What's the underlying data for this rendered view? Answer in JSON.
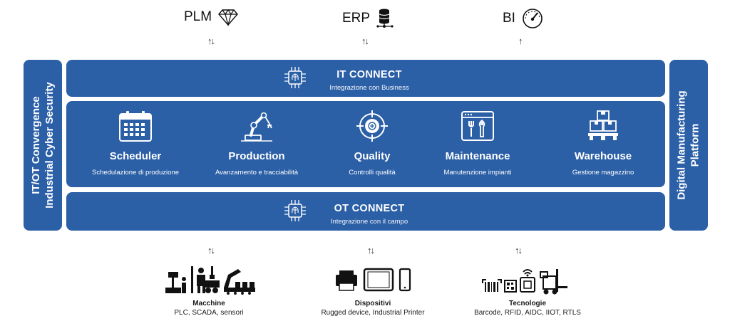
{
  "top_systems": [
    {
      "label": "PLM",
      "icon": "diamond-icon"
    },
    {
      "label": "ERP",
      "icon": "database-icon"
    },
    {
      "label": "BI",
      "icon": "gauge-icon"
    }
  ],
  "it_connect": {
    "title": "IT CONNECT",
    "subtitle": "Integrazione con Business"
  },
  "ot_connect": {
    "title": "OT CONNECT",
    "subtitle": "Integrazione con il campo"
  },
  "modules": [
    {
      "title": "Scheduler",
      "subtitle": "Schedulazione di produzione",
      "icon": "calendar-icon"
    },
    {
      "title": "Production",
      "subtitle": "Avanzamento e tracciabilità",
      "icon": "robot-arm-icon"
    },
    {
      "title": "Quality",
      "subtitle": "Controlli qualità",
      "icon": "target-icon"
    },
    {
      "title": "Maintenance",
      "subtitle": "Manutenzione impianti",
      "icon": "tools-icon"
    },
    {
      "title": "Warehouse",
      "subtitle": "Gestione magazzino",
      "icon": "boxes-icon"
    }
  ],
  "left_panel": {
    "line1": "IT/OT Convergence",
    "line2": "Industrial Cyber Security"
  },
  "right_panel": {
    "line1": "Digital Manufacturing",
    "line2": "Platform"
  },
  "bottom_groups": [
    {
      "title": "Macchine",
      "subtitle": "PLC, SCADA, sensori"
    },
    {
      "title": "Dispositivi",
      "subtitle": "Rugged device, Industrial Printer"
    },
    {
      "title": "Tecnologie",
      "subtitle": "Barcode, RFID, AIDC, IIOT, RTLS"
    }
  ],
  "colors": {
    "panel_blue": "#2b5fa6",
    "text_dark": "#1a1a1a"
  }
}
